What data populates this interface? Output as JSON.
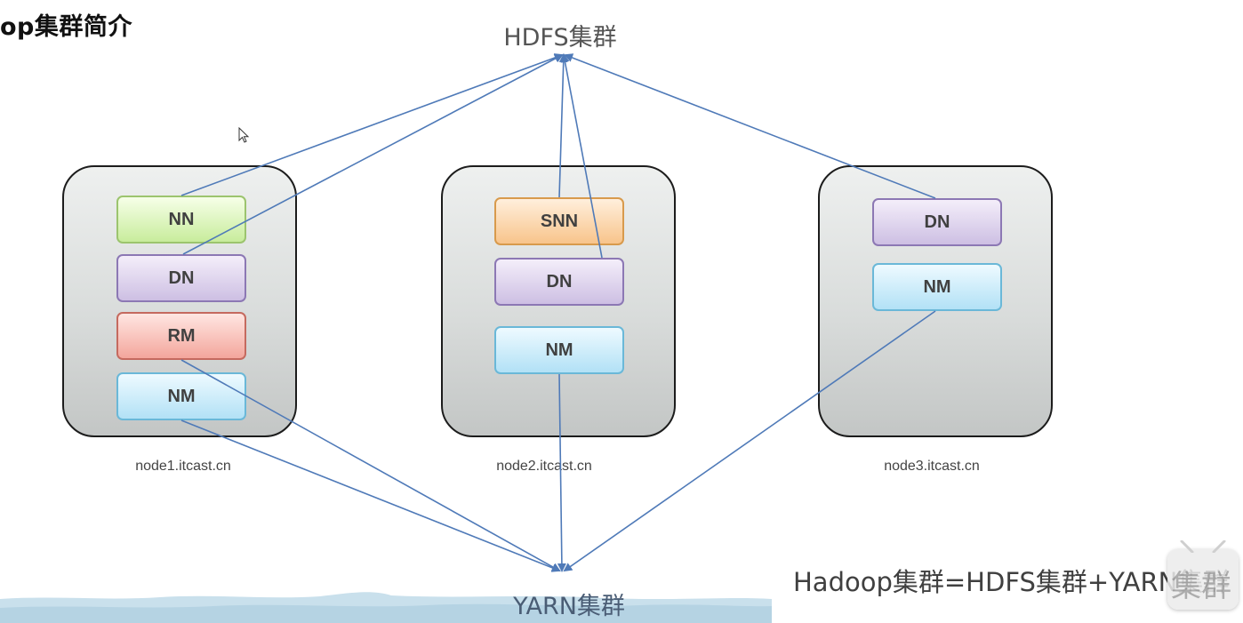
{
  "slide": {
    "title": "op集群简介"
  },
  "clusters": {
    "hdfs": "HDFS集群",
    "yarn": "YARN集群"
  },
  "nodes": [
    {
      "host": "node1.itcast.cn",
      "services": [
        "NN",
        "DN",
        "RM",
        "NM"
      ]
    },
    {
      "host": "node2.itcast.cn",
      "services": [
        "SNN",
        "DN",
        "NM"
      ]
    },
    {
      "host": "node3.itcast.cn",
      "services": [
        "DN",
        "NM"
      ]
    }
  ],
  "equation": "Hadoop集群=HDFS集群+YARN集群",
  "watermark": {
    "text": "集群"
  },
  "colors": {
    "line": "#4f7ab8",
    "nn": "#c8ec9c",
    "dn": "#cdbfe3",
    "rm": "#f3a69c",
    "nm": "#b2e1f6",
    "snn": "#f8c48b"
  },
  "icons": {
    "cursor": "mouse-pointer-icon",
    "watermark": "bilibili-tv-icon"
  }
}
